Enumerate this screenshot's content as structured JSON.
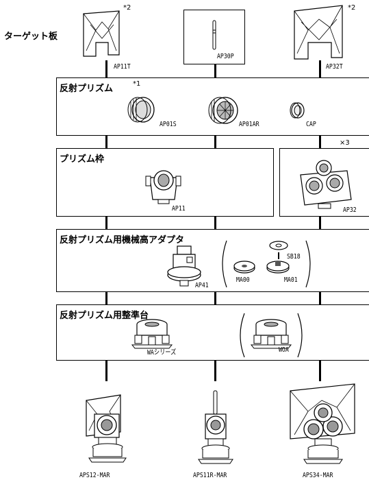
{
  "target_plates": {
    "title": "ターゲット板",
    "left_model": "AP11T",
    "center_model": "AP30P",
    "right_model": "AP32T",
    "note_left": "*2",
    "note_right": "*2"
  },
  "prisms": {
    "title": "反射プリズム",
    "note": "*1",
    "models": [
      "AP01S",
      "AP01AR",
      "CAP"
    ]
  },
  "holders": {
    "title": "プリズム枠",
    "models": [
      "AP11",
      "AP32"
    ],
    "note": "×3"
  },
  "adapters": {
    "title": "反射プリズム用機械高アダプタ",
    "models": [
      "AP41",
      "MA00",
      "MA01",
      "SB18"
    ]
  },
  "tribrachs": {
    "title": "反射プリズム用整準台",
    "models": [
      "WAシリーズ",
      "WOA"
    ]
  },
  "assemblies": {
    "models": [
      "APS12-MAR",
      "APS11R-MAR",
      "APS34-MAR"
    ]
  }
}
